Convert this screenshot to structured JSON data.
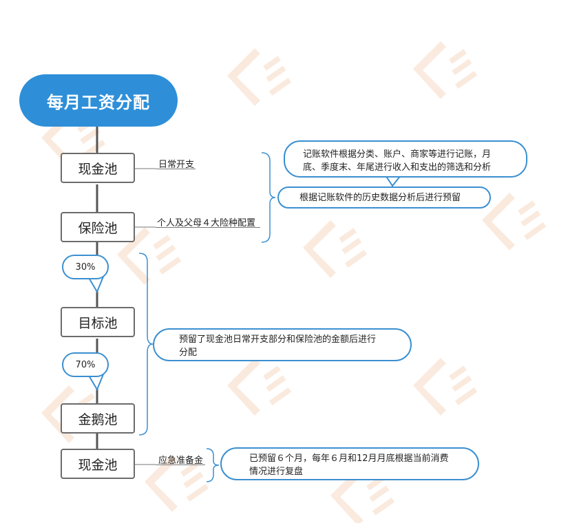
{
  "title": "每月工资分配",
  "nodes": {
    "cash_pool_1": "现金池",
    "insurance_pool": "保险池",
    "target_pool": "目标池",
    "golden_goose_pool": "金鹅池",
    "cash_pool_2": "现金池"
  },
  "branch_labels": {
    "daily_expense": "日常开支",
    "insurance_config": "个人及父母４大险种配置",
    "emergency_fund": "应急准备金"
  },
  "percentages": {
    "target": "30%",
    "golden_goose": "70%"
  },
  "notes": {
    "accounting_line1": "记账软件根据分类、账户、商家等进行记账，月",
    "accounting_line2": "底、季度末、年尾进行收入和支出的筛选和分析",
    "budget": "根据记账软件的历史数据分析后进行预留",
    "allocation_line1": "预留了现金池日常开支部分和保险池的金额后进行",
    "allocation_line2": "分配",
    "review_line1": "已预留６个月，每年６月和12月月底根据当前消费",
    "review_line2": "情况进行复盘"
  },
  "colors": {
    "root_fill": "#2E8FD8",
    "bubble_border": "#3A8FD0",
    "node_border": "#6b6b6b",
    "watermark": "#F6D9C4"
  }
}
